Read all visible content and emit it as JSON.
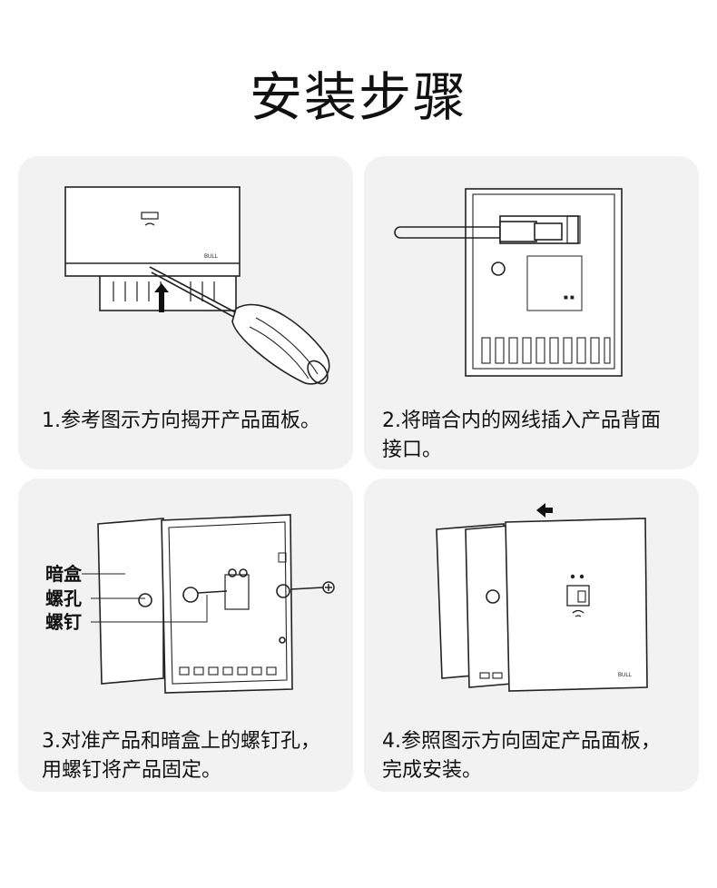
{
  "page_title": "安装步骤",
  "steps": [
    {
      "caption_line1": "1.参考图示方向揭开产品面板。",
      "caption_line2": ""
    },
    {
      "caption_line1": "2.将暗合内的网线插入产品背面",
      "caption_line2": "接口。"
    },
    {
      "caption_line1": "3.对准产品和暗盒上的螺钉孔，",
      "caption_line2": "用螺钉将产品固定。"
    },
    {
      "caption_line1": "4.参照图示方向固定产品面板，",
      "caption_line2": "完成安装。"
    }
  ],
  "step3_labels": [
    "暗盒",
    "螺孔",
    "螺钉"
  ],
  "colors": {
    "card_bg": "#f2f2f2",
    "line": "#222222",
    "text": "#111111"
  },
  "icons": [
    "screwdriver-icon",
    "arrow-up-icon",
    "network-cable-icon",
    "screw-icon",
    "arrow-left-icon",
    "wifi-icon",
    "rj45-port-icon"
  ]
}
